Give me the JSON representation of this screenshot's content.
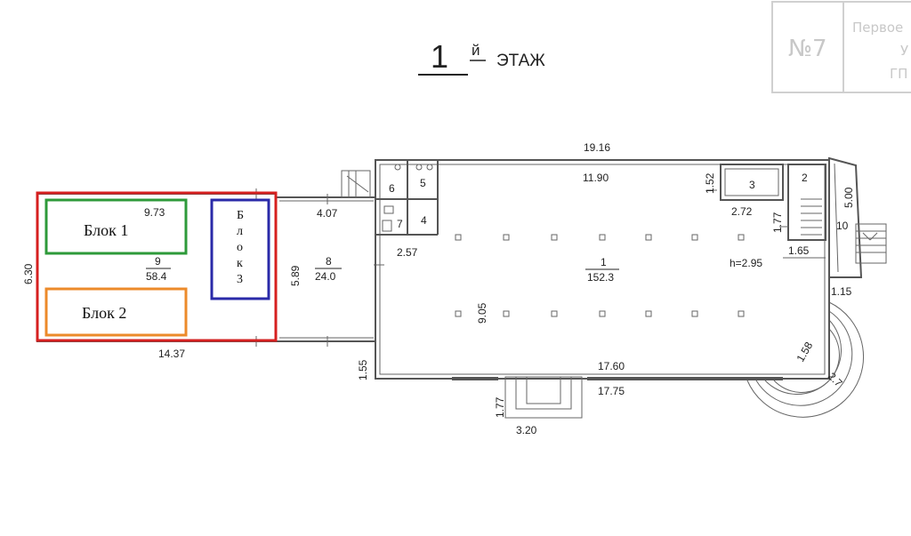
{
  "header": {
    "floor_number": "1",
    "floor_suffix": "й",
    "floor_word": "ЭТАЖ"
  },
  "stamp": {
    "number": "№7",
    "line1": "Первое",
    "line2": "У",
    "line3": "ГП"
  },
  "blocks": {
    "block1": "Блок 1",
    "block2": "Блок 2",
    "block3_letters": [
      "Б",
      "л",
      "о",
      "к",
      "3"
    ]
  },
  "rooms": {
    "r1_num": "1",
    "r1_area": "152.3",
    "r2_num": "2",
    "r3_num": "3",
    "r4_num": "4",
    "r5_num": "5",
    "r6_num": "6",
    "r7_num": "7",
    "r8_num": "8",
    "r8_area": "24.0",
    "r9_num": "9",
    "r9_area": "58.4",
    "r10_num": "10"
  },
  "dimensions": {
    "d_19_16": "19.16",
    "d_11_90": "11.90",
    "d_1_52": "1.52",
    "d_2_72": "2.72",
    "d_1_77a": "1.77",
    "d_5_00": "5.00",
    "d_1_65": "1.65",
    "d_h": "h=2.95",
    "d_1_15": "1.15",
    "d_4_07": "4.07",
    "d_2_57": "2.57",
    "d_5_89": "5.89",
    "d_9_05": "9.05",
    "d_9_73": "9.73",
    "d_6_30": "6.30",
    "d_14_37": "14.37",
    "d_1_55": "1.55",
    "d_17_60": "17.60",
    "d_17_75": "17.75",
    "d_1_77b": "1.77",
    "d_3_20": "3.20",
    "d_1_58": "1.58",
    "d_2_7": "2.7"
  },
  "colors": {
    "outline_red": "#d62020",
    "block1_green": "#2e9a3a",
    "block2_orange": "#ec8a2a",
    "block3_blue": "#2a2aa8"
  }
}
